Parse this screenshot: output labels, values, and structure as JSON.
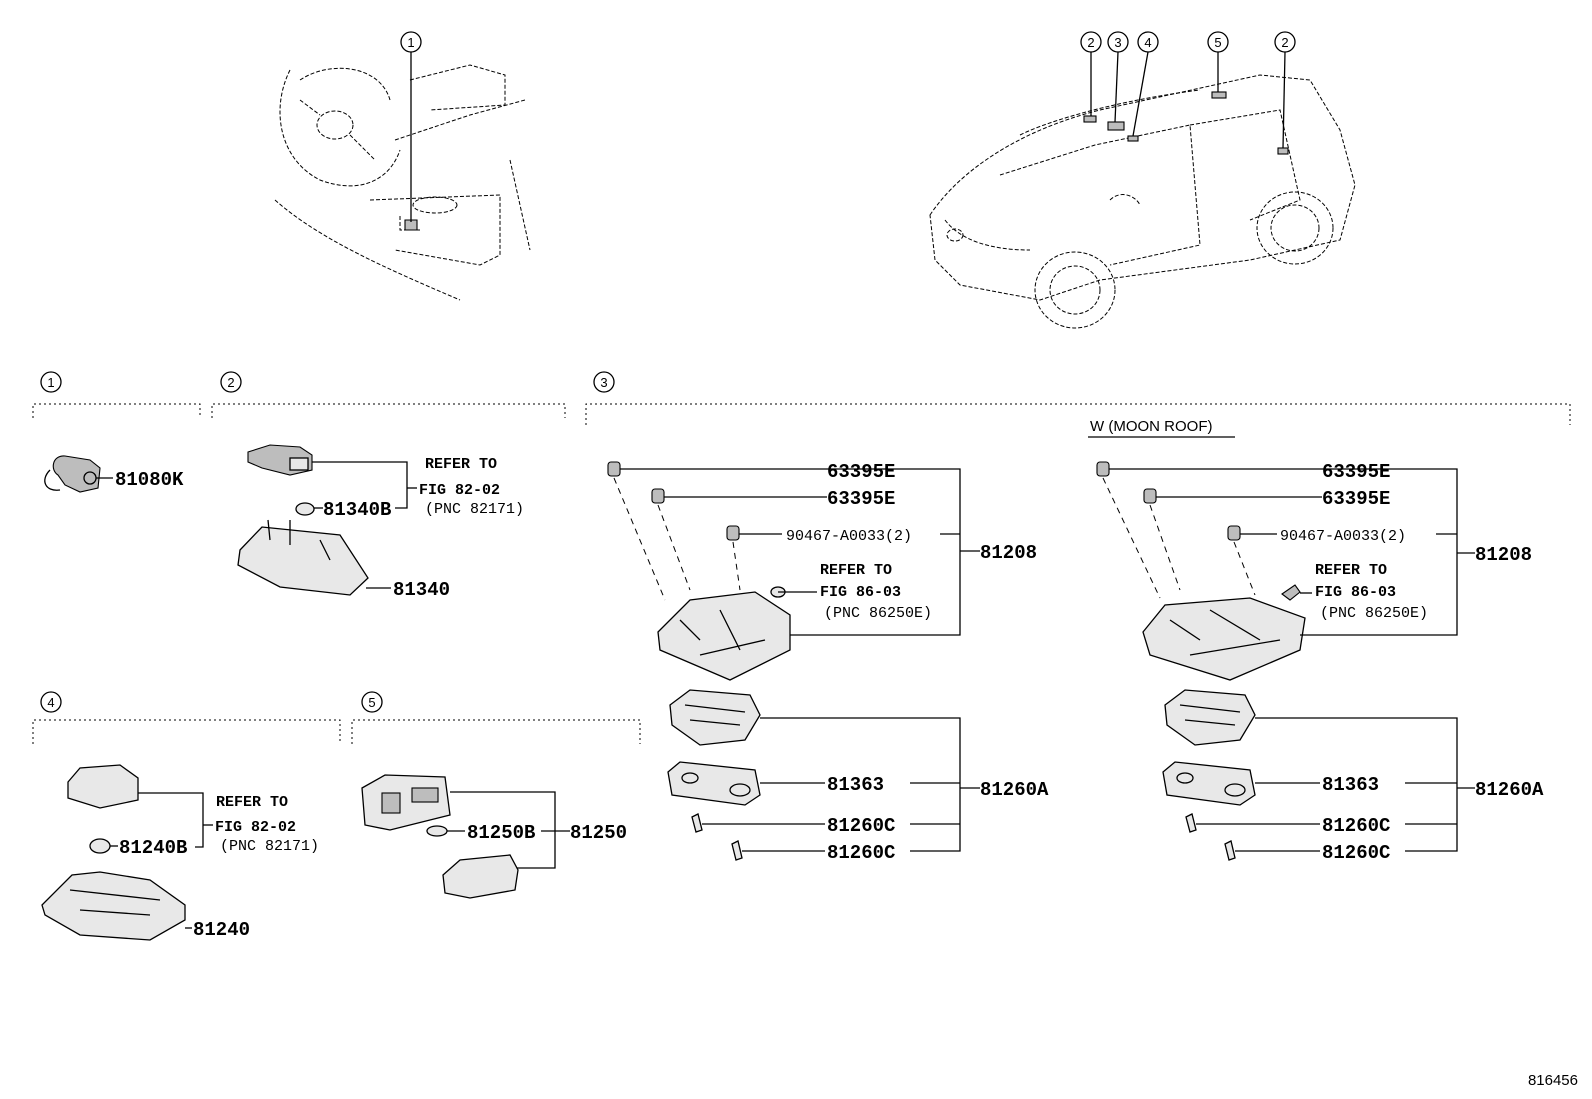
{
  "figure_id": "816456",
  "callouts": [
    "1",
    "2",
    "3",
    "4",
    "5",
    "2",
    "3",
    "2",
    "4",
    "5"
  ],
  "sections": [
    {
      "num": "1"
    },
    {
      "num": "2"
    },
    {
      "num": "3",
      "moonroof_caption": "W (MOON ROOF)"
    },
    {
      "num": "4"
    },
    {
      "num": "5"
    }
  ],
  "parts": {
    "p81080K": "81080K",
    "p81340B": "81340B",
    "p81340": "81340",
    "p81240B": "81240B",
    "p81240": "81240",
    "p81250B": "81250B",
    "p81250": "81250",
    "p63395E": "63395E",
    "p90467": "90467-A0033(2)",
    "p81208": "81208",
    "p81363": "81363",
    "p81260A": "81260A",
    "p81260C": "81260C"
  },
  "refs": {
    "refer_to": "REFER TO",
    "fig_82_02": "FIG 82-02",
    "pnc_82171": "(PNC 82171)",
    "fig_86_03": "FIG 86-03",
    "pnc_86250E": "(PNC 86250E)"
  }
}
